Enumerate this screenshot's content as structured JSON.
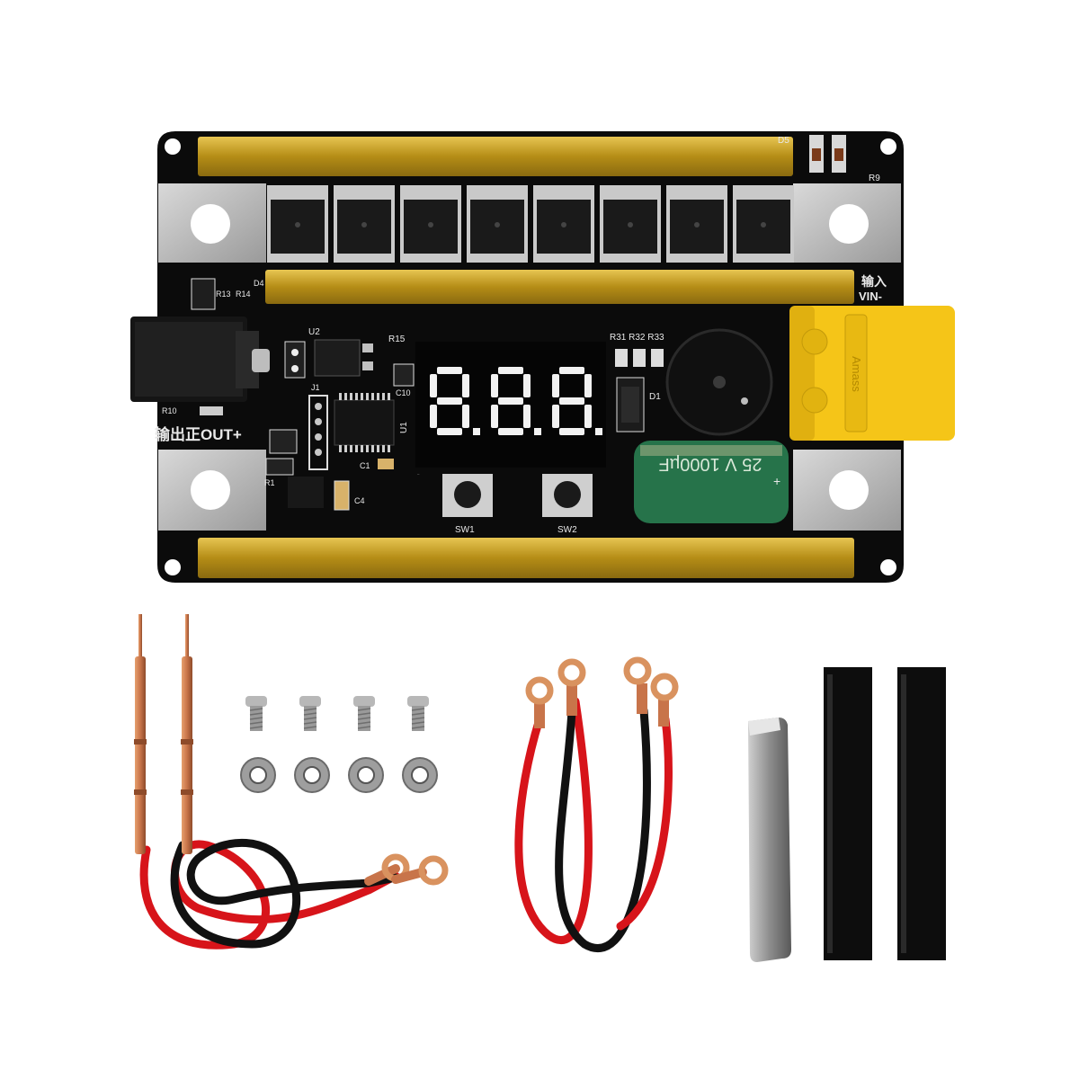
{
  "board": {
    "display_digits": "8.8.8.",
    "silkscreen": {
      "d5": "D5",
      "r9": "R9",
      "input_cn": "输入",
      "vin": "VIN-",
      "output_label": "输出正OUT+",
      "r10": "R10",
      "r1": "R1",
      "r13": "R13",
      "r14": "R14",
      "d4": "D4",
      "u2": "U2",
      "r15": "R15",
      "c10": "C10",
      "j1": "J1",
      "u1": "U1",
      "c1": "C1",
      "c4": "C4",
      "r31_33": "R31 R32 R33",
      "d1": "D1",
      "sw1": "SW1",
      "sw2": "SW2",
      "plus": "+"
    },
    "capacitor_text": "25 V 1000µF",
    "xt60_text": "Amass"
  },
  "accessories": {
    "pen_count": 2,
    "screw_count": 4,
    "nut_count": 4,
    "cable_count": 2,
    "heat_shrink_count": 2
  },
  "colors": {
    "pcb": "#0b0b0b",
    "copper_bar": "#c9a227",
    "xt60": "#f5c518",
    "cable_red": "#d7141a",
    "cable_black": "#111111",
    "copper": "#c8744a"
  }
}
